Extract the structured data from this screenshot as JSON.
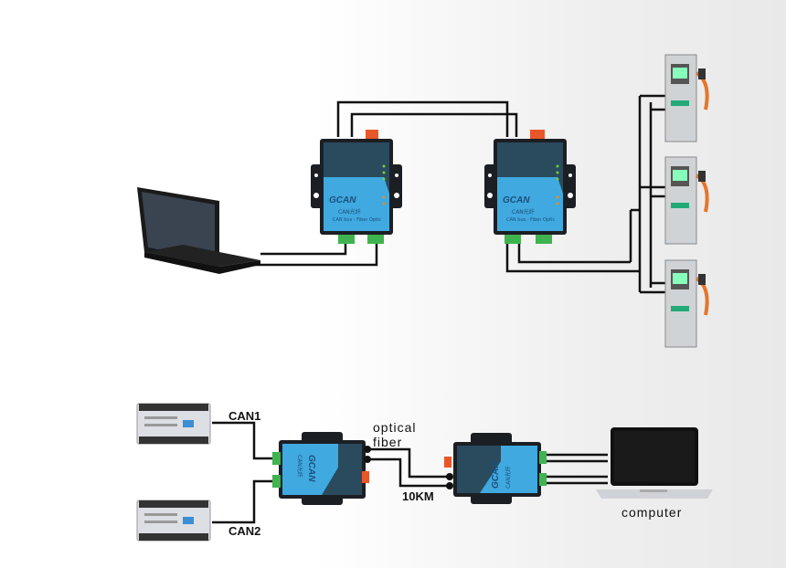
{
  "diagram": {
    "top": {
      "converter_brand": "GCAN",
      "converter_model": "CAN光纤",
      "converter_subtitle": "CAN bus - Fiber Optic"
    },
    "bottom": {
      "labels": {
        "can1": "CAN1",
        "can2": "CAN2",
        "optical_line1": "optical",
        "optical_line2": "fiber",
        "distance": "10KM",
        "computer": "computer"
      },
      "converter_brand": "GCAN",
      "converter_model": "CAN光纤"
    },
    "colors": {
      "device_body": "#1f2d3a",
      "device_panel": "#3fa9e0",
      "terminal_green": "#3fb34f",
      "terminal_orange": "#e8572a",
      "cable": "#111111",
      "charger_orange": "#e8742a"
    }
  }
}
